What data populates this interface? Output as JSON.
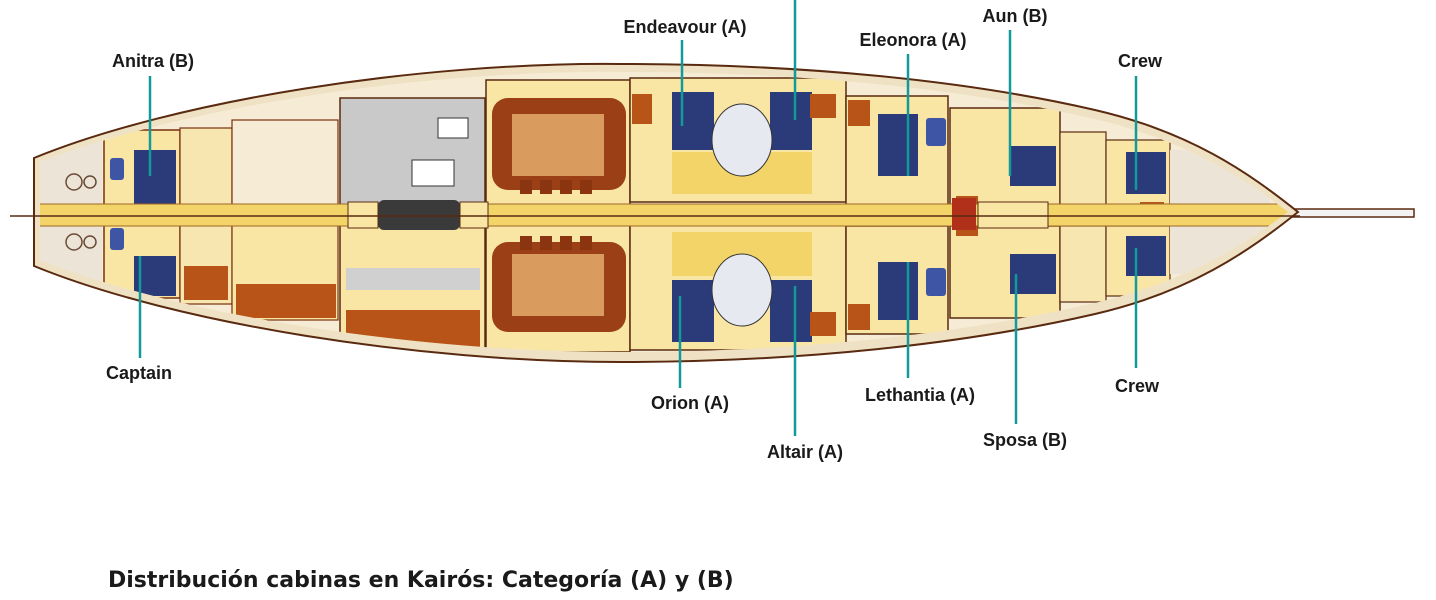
{
  "caption": "Distribución cabinas en Kairós: Categoría (A) y (B)",
  "cabins": {
    "anitra": "Anitra (B)",
    "captain": "Captain",
    "endeavour": "Endeavour (A)",
    "orion": "Orion (A)",
    "altair": "Altair (A)",
    "eleonora": "Eleonora (A)",
    "lethantia": "Lethantia (A)",
    "aun": "Aun (B)",
    "sposa": "Sposa (B)",
    "crew_top": "Crew",
    "crew_bottom": "Crew"
  },
  "colors": {
    "hull_outline": "#5a2a10",
    "hull_fill": "#f6ecd6",
    "deck_cream": "#f8e6b0",
    "deck_yellow": "#f2d468",
    "cabin_floor": "#fae6a4",
    "wood": "#b85418",
    "wood_dark": "#7a2e0c",
    "bunk_navy": "#2b3a78",
    "leader_teal": "#12999a",
    "galley_gray": "#c9c9c9",
    "text": "#1a1a1a"
  }
}
